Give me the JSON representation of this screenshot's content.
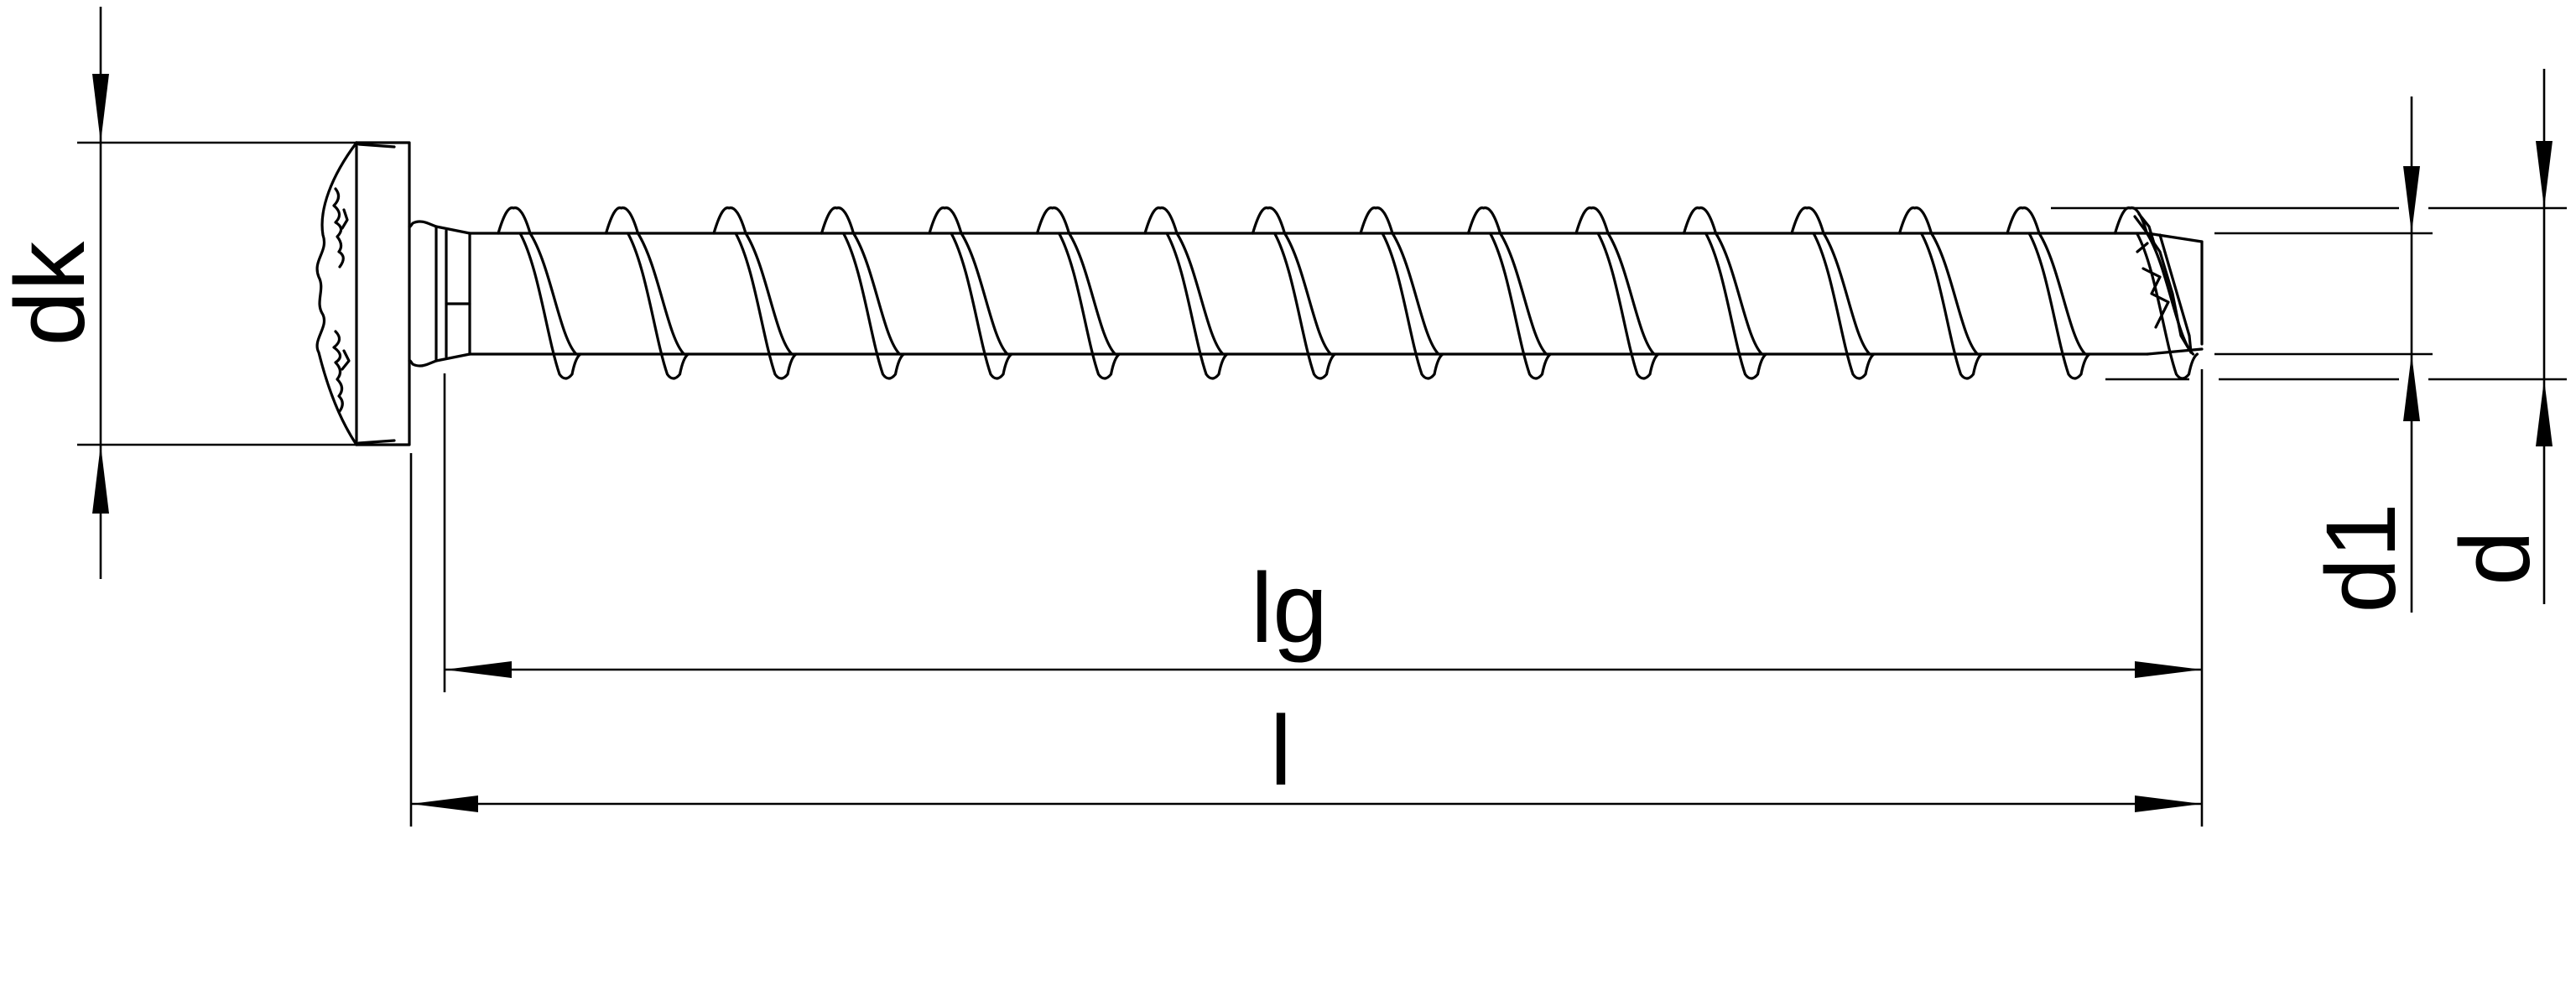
{
  "diagram": {
    "labels": {
      "dk": "dk",
      "lg": "lg",
      "l": "l",
      "d1": "d1",
      "d": "d"
    },
    "thread_turns": 16,
    "colors": {
      "line": "#000000",
      "background": "#ffffff"
    }
  }
}
